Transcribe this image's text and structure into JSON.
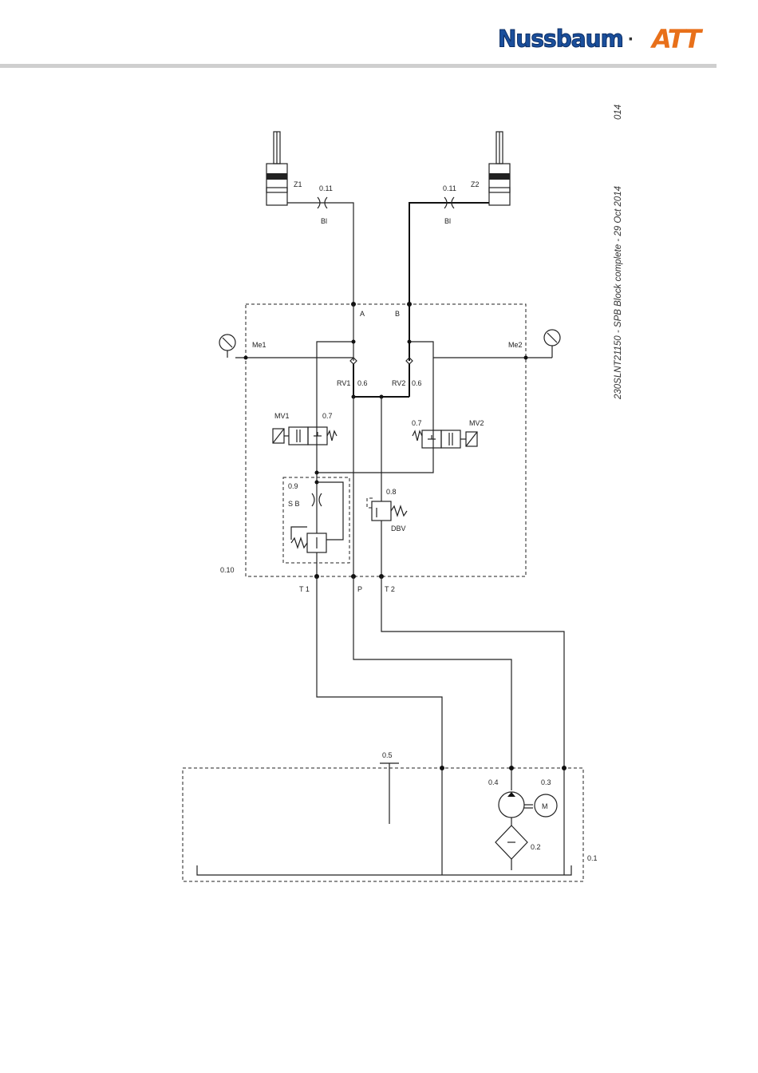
{
  "header": {
    "brand_left": "Nussbaum",
    "separator": "·",
    "brand_right": "ATT",
    "brand_color": "#1a4f9c",
    "accent_color": "#e8701a"
  },
  "side_caption": {
    "document": "230SLNT21150 - SPB Block complete - 29 Oct 2014",
    "page_number": "014"
  },
  "diagram": {
    "cylinders": {
      "left": "Z1",
      "right": "Z2"
    },
    "throttles": {
      "left_code": "0.11",
      "left_label": "Bl",
      "right_code": "0.11",
      "right_label": "Bl"
    },
    "ports": {
      "a": "A",
      "b": "B",
      "t1": "T 1",
      "p": "P",
      "t2": "T 2"
    },
    "gauges": {
      "left": "Me1",
      "right": "Me2"
    },
    "check_valves": {
      "rv1": "RV1",
      "rv1_code": "0.6",
      "rv2": "RV2",
      "rv2_code": "0.6"
    },
    "solenoid_valves": {
      "mv1": "MV1",
      "mv1_code": "0.7",
      "mv2": "MV2",
      "mv2_code": "0.7"
    },
    "safety_block": {
      "code": "0.9",
      "label": "S B"
    },
    "relief_valve": {
      "code": "0.8",
      "label": "DBV"
    },
    "block_code": "0.10",
    "tank": {
      "tank_code": "0.1",
      "filter_code": "0.2",
      "motor_code": "0.3",
      "motor_symbol": "M",
      "pump_code": "0.4",
      "suction_code": "0.5"
    }
  }
}
